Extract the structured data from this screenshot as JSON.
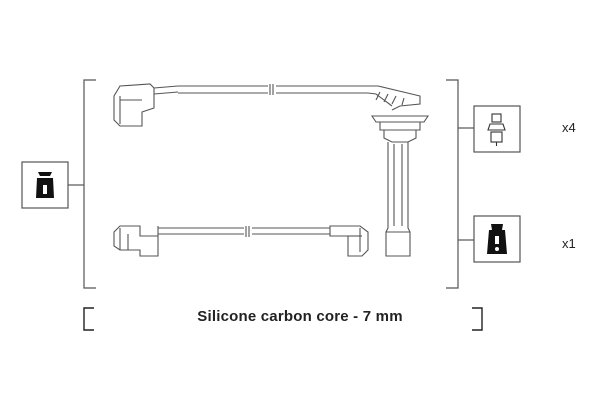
{
  "caption": "Silicone carbon core - 7 mm",
  "quantities": {
    "spark_plug_side": "x4",
    "coil_side": "x1"
  },
  "icons": {
    "left_connector": "plug-boot-icon",
    "spark_plug_end": "spark-plug-terminal-icon",
    "coil_end": "coil-boot-icon"
  },
  "colors": {
    "line": "#555555",
    "ink": "#111111",
    "text": "#222222",
    "background": "#ffffff"
  }
}
